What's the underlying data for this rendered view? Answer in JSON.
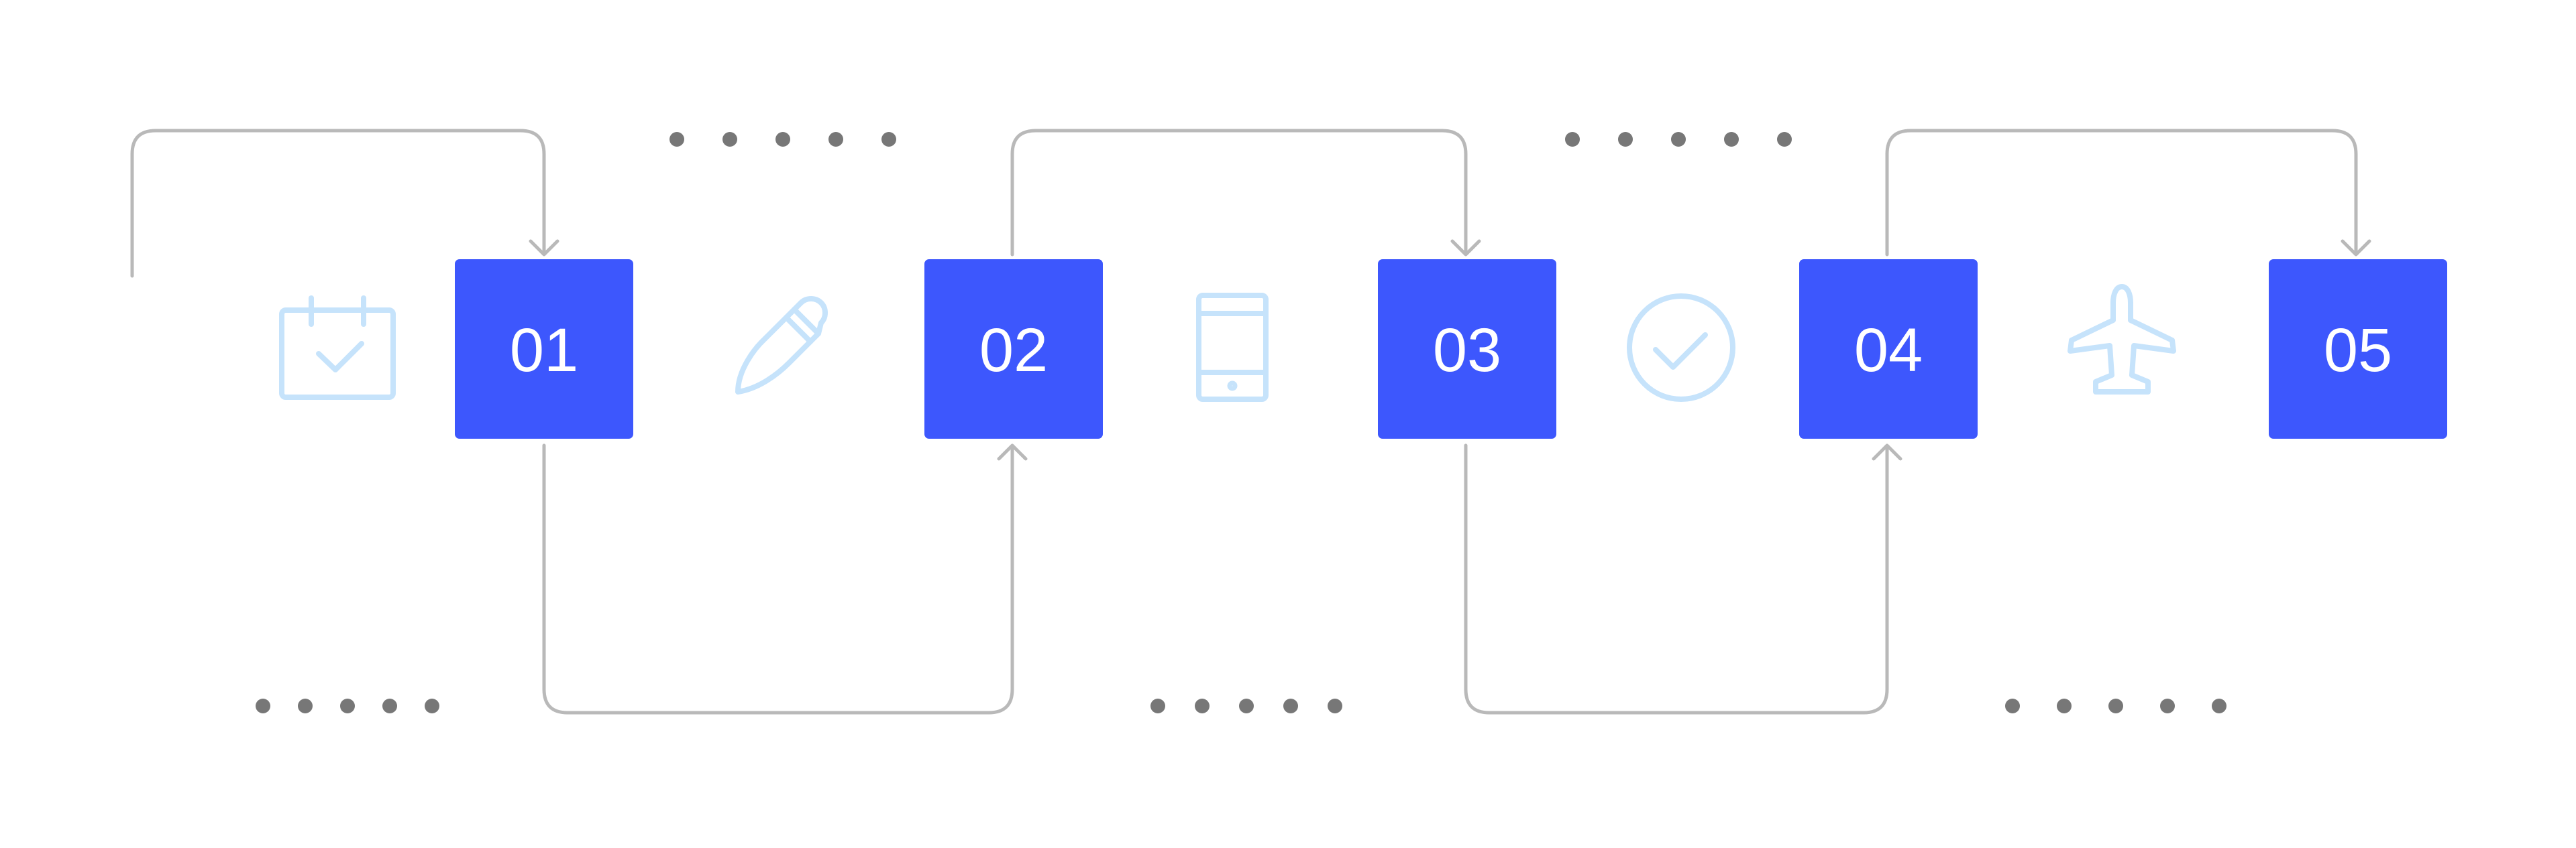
{
  "colors": {
    "step_fill": "#3d57fd",
    "step_text": "#ffffff",
    "icon": "#c6e3fb",
    "connector": "#b9b9b9",
    "dots": "#777777"
  },
  "steps": [
    {
      "label": "01",
      "icon": "calendar-check-icon"
    },
    {
      "label": "02",
      "icon": "pencil-icon"
    },
    {
      "label": "03",
      "icon": "smartphone-icon"
    },
    {
      "label": "04",
      "icon": "check-circle-icon"
    },
    {
      "label": "05",
      "icon": "airplane-icon"
    }
  ],
  "dot_groups": [
    {
      "row": "top",
      "count": 5
    },
    {
      "row": "top",
      "count": 5
    },
    {
      "row": "bottom",
      "count": 5
    },
    {
      "row": "bottom",
      "count": 5
    },
    {
      "row": "bottom",
      "count": 5
    }
  ]
}
